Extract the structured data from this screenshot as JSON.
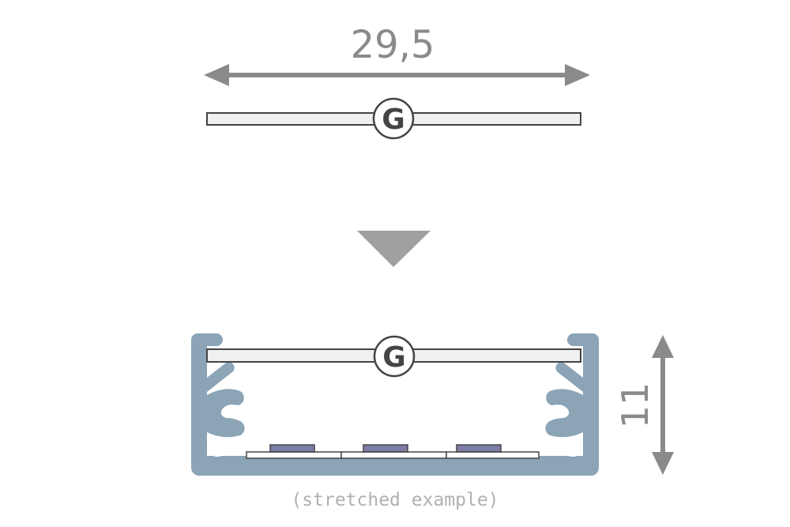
{
  "width_label": "29,5",
  "height_label": "11",
  "diffuser_letter": "G",
  "caption": "(stretched example)",
  "colors": {
    "dimension": "#8a8a8a",
    "profile": "#8ba4b6",
    "diffuser_fill": "#f0f0f0",
    "outline": "#444444",
    "led": "#7c7ca6"
  }
}
